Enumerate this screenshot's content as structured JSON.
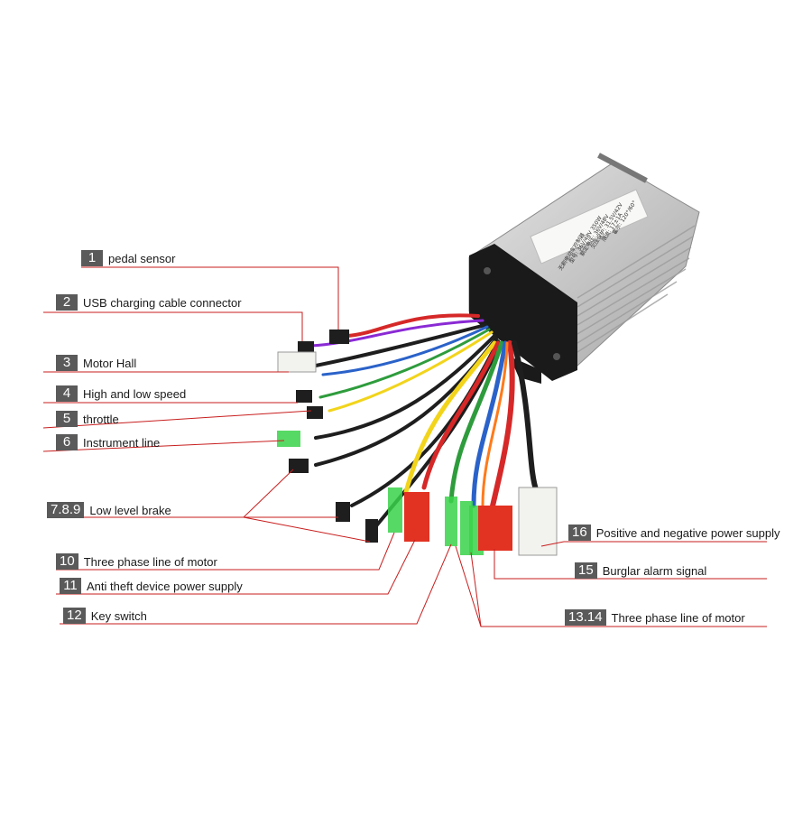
{
  "colors": {
    "leader": "#c81e1e",
    "badge_bg": "#5a5a5a",
    "housing": "#c9c9c9",
    "endcap": "#1a1a1a",
    "wire_red": "#d62828",
    "wire_yellow": "#f2d41b",
    "wire_green": "#2e9c3c",
    "wire_blue": "#2a62c9",
    "wire_black": "#1e1e1e",
    "connector_green": "#39d24a",
    "connector_red": "#e23222",
    "connector_white": "#f2f2ee"
  },
  "product_label": {
    "lines": [
      "无刷电动车控制器",
      "型号: 36V/48V 350W",
      "额定电压: 36V/48V",
      "欠压保护: 31.5V/42V",
      "限流: 17±1A",
      "霍尔: 120°/60°"
    ]
  },
  "callouts": [
    {
      "num": "1",
      "text": "pedal sensor"
    },
    {
      "num": "2",
      "text": "USB charging cable connector"
    },
    {
      "num": "3",
      "text": "Motor Hall"
    },
    {
      "num": "4",
      "text": "High and low speed"
    },
    {
      "num": "5",
      "text": "throttle"
    },
    {
      "num": "6",
      "text": "Instrument line"
    },
    {
      "num": "7.8.9",
      "text": "Low level brake"
    },
    {
      "num": "10",
      "text": "Three phase line of motor"
    },
    {
      "num": "11",
      "text": "Anti theft device power supply"
    },
    {
      "num": "12",
      "text": "Key switch"
    },
    {
      "num": "16",
      "text": "Positive and negative power supply"
    },
    {
      "num": "15",
      "text": "Burglar alarm signal"
    },
    {
      "num": "13.14",
      "text": "Three phase line of motor"
    }
  ]
}
